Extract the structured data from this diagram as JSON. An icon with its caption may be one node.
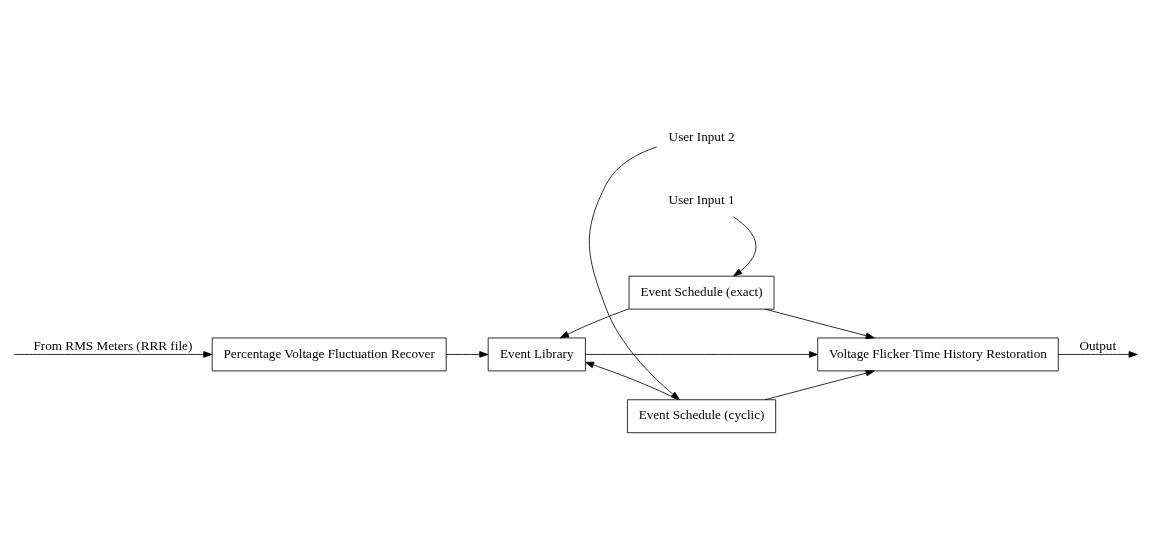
{
  "diagram": {
    "nodes": [
      {
        "text": [
          "Percentage Voltage Fluctuation Recover"
        ]
      },
      {
        "text": [
          "Event Library"
        ]
      },
      {
        "text": [
          "Event Schedule (exact)"
        ]
      },
      {
        "text": [
          "Voltage Flicker Time History Restoration"
        ]
      },
      {
        "text": [
          "Event Schedule (cyclic)"
        ]
      },
      {
        "text": [
          "User Input 1"
        ]
      },
      {
        "text": [
          "User Input 2"
        ]
      }
    ],
    "edges": [
      {
        "from": null,
        "to": 0,
        "arrow": "to",
        "label": "From RMS Meters (RRR file)"
      },
      {
        "from": 0,
        "to": 1,
        "arrow": "to"
      },
      {
        "from": 5,
        "to": 2,
        "arrow": "to"
      },
      {
        "from": 2,
        "to": 1,
        "arrow": "to"
      },
      {
        "from": 2,
        "to": 3,
        "arrow": "to"
      },
      {
        "from": 1,
        "to": 3,
        "arrow": "to"
      },
      {
        "from": 4,
        "to": 1,
        "arrow": "to"
      },
      {
        "from": 4,
        "to": 3,
        "arrow": "to"
      },
      {
        "from": 6,
        "to": 4,
        "arrow": "to"
      },
      {
        "from": 3,
        "to": null,
        "arrow": "to",
        "label": "Output"
      }
    ]
  }
}
